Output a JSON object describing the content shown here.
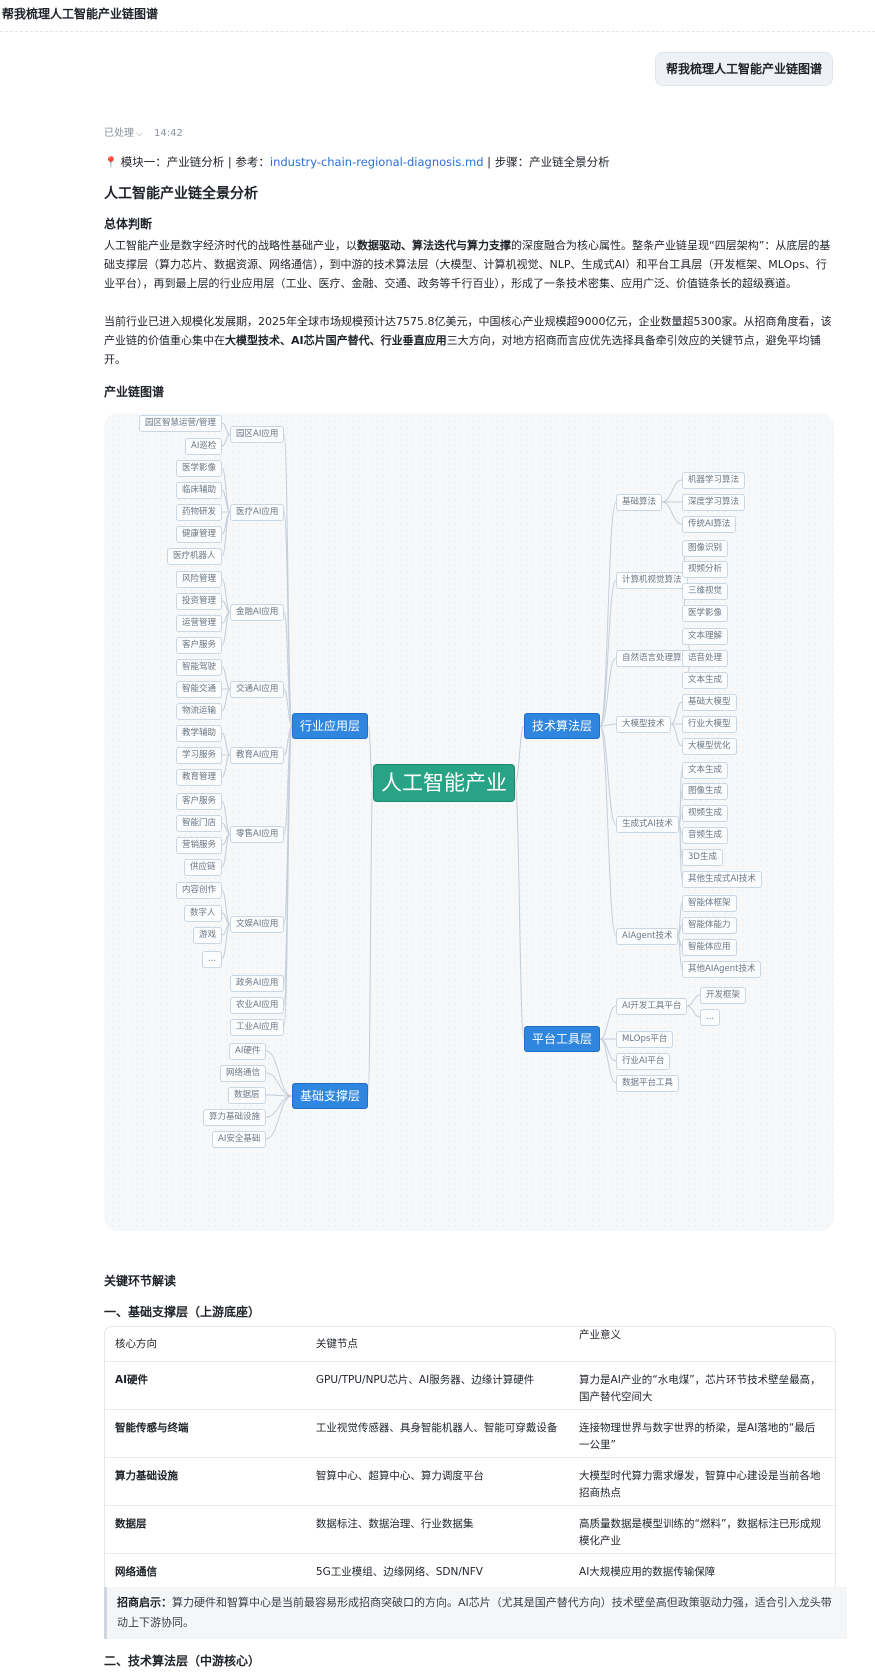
{
  "header": {
    "title": "帮我梳理人工智能产业链图谱"
  },
  "user_message": "帮我梳理人工智能产业链图谱",
  "status": {
    "label": "已处理",
    "time": "14:42"
  },
  "meta": {
    "module": "模块一：产业链分析",
    "ref_label": "参考：",
    "ref_link": "industry-chain-regional-diagnosis.md",
    "step": "步骤：产业链全景分析"
  },
  "main_title": "人工智能产业链全景分析",
  "overall": {
    "heading": "总体判断",
    "p1_a": "人工智能产业是数字经济时代的战略性基础产业，以",
    "p1_b": "数据驱动、算法迭代与算力支撑",
    "p1_c": "的深度融合为核心属性。整条产业链呈现“四层架构”：从底层的基础支撑层（算力芯片、数据资源、网络通信），到中游的技术算法层（大模型、计算机视觉、NLP、生成式AI）和平台工具层（开发框架、MLOps、行业平台），再到最上层的行业应用层（工业、医疗、金融、交通、政务等千行百业），形成了一条技术密集、应用广泛、价值链条长的超级赛道。",
    "p2_a": "当前行业已进入规模化发展期，2025年全球市场规模预计达7575.8亿美元，中国核心产业规模超9000亿元，企业数量超5300家。从招商角度看，该产业链的价值重心集中在",
    "p2_b": "大模型技术、AI芯片国产替代、行业垂直应用",
    "p2_c": "三大方向，对地方招商而言应优先选择具备牵引效应的关键节点，避免平均铺开。"
  },
  "map_heading": "产业链图谱",
  "mindmap": {
    "root": "人工智能产业",
    "left": [
      {
        "label": "行业应用层",
        "children": [
          {
            "label": "园区AI应用",
            "children": [
              "园区智慧运营/管理",
              "AI巡检"
            ]
          },
          {
            "label": "医疗AI应用",
            "children": [
              "医学影像",
              "临床辅助",
              "药物研发",
              "健康管理",
              "医疗机器人"
            ]
          },
          {
            "label": "金融AI应用",
            "children": [
              "风险管理",
              "投资管理",
              "运营管理",
              "客户服务"
            ]
          },
          {
            "label": "交通AI应用",
            "children": [
              "智能驾驶",
              "智能交通",
              "物流运输"
            ]
          },
          {
            "label": "教育AI应用",
            "children": [
              "教学辅助",
              "学习服务",
              "教育管理"
            ]
          },
          {
            "label": "零售AI应用",
            "children": [
              "客户服务",
              "智能门店",
              "营销服务",
              "供应链"
            ]
          },
          {
            "label": "文娱AI应用",
            "children": [
              "内容创作",
              "数字人",
              "游戏",
              "..."
            ]
          },
          {
            "label": "政务AI应用",
            "children": []
          },
          {
            "label": "农业AI应用",
            "children": []
          },
          {
            "label": "工业AI应用",
            "children": []
          }
        ]
      },
      {
        "label": "基础支撑层",
        "children": [
          {
            "label": "AI硬件",
            "children": []
          },
          {
            "label": "网络通信",
            "children": []
          },
          {
            "label": "数据层",
            "children": []
          },
          {
            "label": "算力基础设施",
            "children": []
          },
          {
            "label": "AI安全基础",
            "children": []
          }
        ]
      }
    ],
    "right": [
      {
        "label": "技术算法层",
        "children": [
          {
            "label": "基础算法",
            "children": [
              "机器学习算法",
              "深度学习算法",
              "传统AI算法"
            ]
          },
          {
            "label": "计算机视觉算法",
            "children": [
              "图像识别",
              "视频分析",
              "三维视觉",
              "医学影像"
            ]
          },
          {
            "label": "自然语言处理算法",
            "children": [
              "文本理解",
              "语音处理",
              "文本生成"
            ]
          },
          {
            "label": "大模型技术",
            "children": [
              "基础大模型",
              "行业大模型",
              "大模型优化"
            ]
          },
          {
            "label": "生成式AI技术",
            "children": [
              "文本生成",
              "图像生成",
              "视频生成",
              "音频生成",
              "3D生成",
              "其他生成式AI技术"
            ]
          },
          {
            "label": "AIAgent技术",
            "children": [
              "智能体框架",
              "智能体能力",
              "智能体应用",
              "其他AIAgent技术"
            ]
          }
        ]
      },
      {
        "label": "平台工具层",
        "children": [
          {
            "label": "AI开发工具平台",
            "children": [
              "开发框架",
              "..."
            ]
          },
          {
            "label": "MLOps平台",
            "children": []
          },
          {
            "label": "行业AI平台",
            "children": []
          },
          {
            "label": "数据平台工具",
            "children": []
          }
        ]
      }
    ]
  },
  "key_heading": "关键环节解读",
  "section1": {
    "heading": "一、基础支撑层（上游底座）",
    "columns": [
      "核心方向",
      "关键节点",
      "产业意义"
    ],
    "rows": [
      [
        "AI硬件",
        "GPU/TPU/NPU芯片、AI服务器、边缘计算硬件",
        "算力是AI产业的“水电煤”，芯片环节技术壁垒最高，国产替代空间大"
      ],
      [
        "智能传感与终端",
        "工业视觉传感器、具身智能机器人、智能可穿戴设备",
        "连接物理世界与数字世界的桥梁，是AI落地的“最后一公里”"
      ],
      [
        "算力基础设施",
        "智算中心、超算中心、算力调度平台",
        "大模型时代算力需求爆发，智算中心建设是当前各地招商热点"
      ],
      [
        "数据层",
        "数据标注、数据治理、行业数据集",
        "高质量数据是模型训练的“燃料”，数据标注已形成规模化产业"
      ],
      [
        "网络通信",
        "5G工业模组、边缘网络、SDN/NFV",
        "AI大规模应用的数据传输保障"
      ]
    ]
  },
  "callout": {
    "label": "招商启示：",
    "text": "算力硬件和智算中心是当前最容易形成招商突破口的方向。AI芯片（尤其是国产替代方向）技术壁垒高但政策驱动力强，适合引入龙头带动上下游协同。"
  },
  "section2": {
    "heading": "二、技术算法层（中游核心）"
  },
  "colors": {
    "root": "#29a385",
    "l1": "#2e86de",
    "link": "#2d6fd6",
    "line": "#c4cfdb"
  }
}
